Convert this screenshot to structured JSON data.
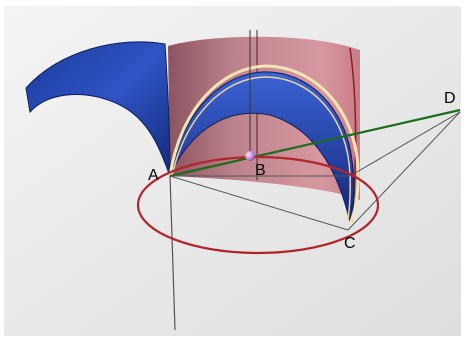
{
  "points": {
    "A": "A",
    "B": "B",
    "C": "C",
    "D": "D"
  },
  "colors": {
    "background": "#e9e9e9",
    "cylinder": "#c77b84",
    "cylinder_dark": "#9b5763",
    "surface_blue": "#1f3f9a",
    "surface_blue_light": "#4a68c8",
    "base_circle": "#b0262c",
    "arc_gold": "#f3e4b3",
    "line_green": "#1d6b1d",
    "line_black": "#555555",
    "sphere": "#c690d8"
  }
}
